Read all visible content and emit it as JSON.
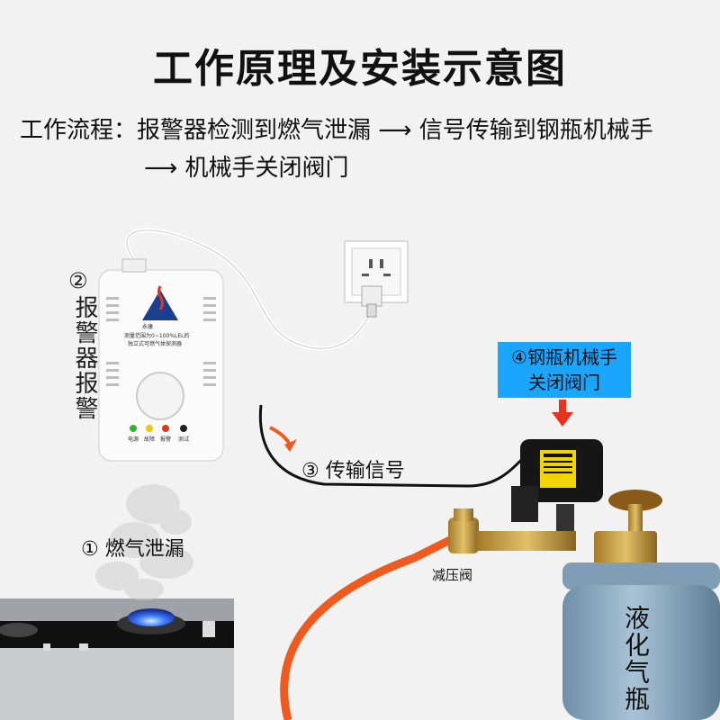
{
  "title": "工作原理及安装示意图",
  "flow": {
    "line1": "工作流程：报警器检测到燃气泄漏 ⟶ 信号传输到钢瓶机械手",
    "line2": "⟶ 机械手关闭阀门"
  },
  "step1": "① 燃气泄漏",
  "step2_num": "②",
  "step2_text": "报警器报警",
  "step3": "③ 传输信号",
  "step4": {
    "line1": "④钢瓶机械手",
    "line2": "关闭阀门"
  },
  "regulator_label": "减压阀",
  "tank_label": "液化气瓶",
  "detector": {
    "brand": "永康",
    "spec_line1": "测量范围为0~100%LEL的",
    "spec_line2": "独立式可燃气体探测器",
    "led_labels": [
      "电源",
      "故障",
      "报警",
      "测试"
    ]
  },
  "colors": {
    "accent_blue": "#1aa6ff",
    "arrow_red": "#e8321e",
    "hose_orange": "#f05a1e",
    "tank_blue": "#8fb0c8"
  }
}
